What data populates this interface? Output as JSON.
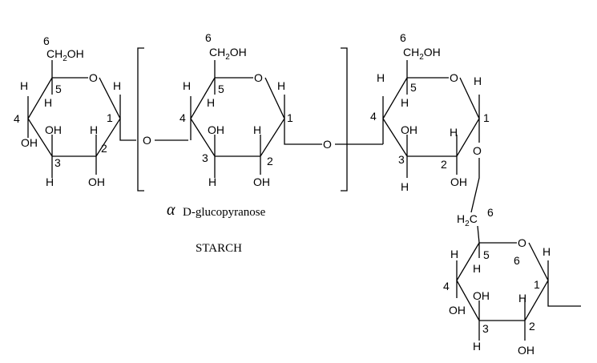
{
  "glyphs": {
    "H": "H",
    "OH": "OH",
    "O": "O",
    "CH2OH": {
      "prefix": "CH",
      "sub": "2",
      "suffix": "OH"
    },
    "H2C": {
      "prefix": "H",
      "sub": "2",
      "suffix": "C"
    }
  },
  "numbers": {
    "n1": "1",
    "n2": "2",
    "n3": "3",
    "n4": "4",
    "n5": "5",
    "n6": "6"
  },
  "caption": {
    "alpha": "α",
    "name": "D-glucopyranose",
    "title": "STARCH"
  }
}
